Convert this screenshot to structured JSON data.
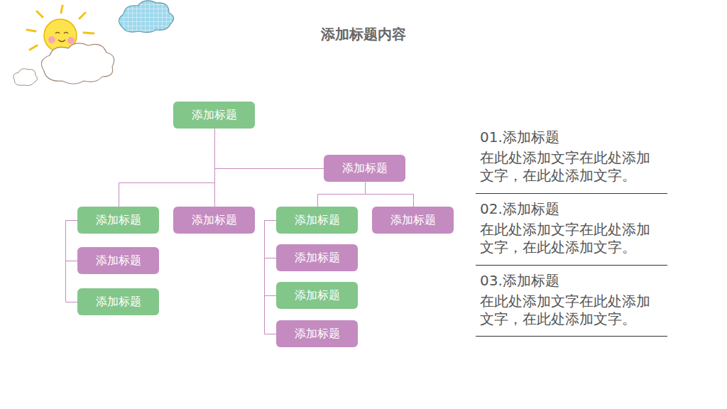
{
  "diagram": {
    "title": "添加标题内容",
    "nodes": [
      {
        "text": [
          "添加标题"
        ]
      },
      {
        "text": [
          "添加标题"
        ]
      },
      {
        "text": [
          "添加标题"
        ]
      },
      {
        "text": [
          "添加标题"
        ]
      },
      {
        "text": [
          "添加标题"
        ]
      },
      {
        "text": [
          "添加标题"
        ]
      },
      {
        "text": [
          "添加标题"
        ]
      },
      {
        "text": [
          "添加标题"
        ]
      },
      {
        "text": [
          "添加标题"
        ]
      },
      {
        "text": [
          "添加标题"
        ]
      },
      {
        "text": [
          "添加标题"
        ]
      }
    ],
    "edges": [
      {
        "from": 0,
        "to": 1,
        "arrow": "none"
      },
      {
        "from": 0,
        "to": 2,
        "arrow": "none"
      },
      {
        "from": 0,
        "to": 5,
        "arrow": "none"
      },
      {
        "from": 1,
        "to": 6,
        "arrow": "none"
      },
      {
        "from": 1,
        "to": 10,
        "arrow": "none"
      },
      {
        "from": 2,
        "to": 3,
        "arrow": "none"
      },
      {
        "from": 2,
        "to": 4,
        "arrow": "none"
      },
      {
        "from": 6,
        "to": 7,
        "arrow": "none"
      },
      {
        "from": 6,
        "to": 8,
        "arrow": "none"
      },
      {
        "from": 6,
        "to": 9,
        "arrow": "none"
      }
    ],
    "labels": [
      "01.添加标题",
      "在此处添加文字在此处添加文字，在此处添加文字。",
      "02.添加标题",
      "在此处添加文字在此处添加文字，在此处添加文字。",
      "03.添加标题",
      "在此处添加文字在此处添加文字，在此处添加文字。"
    ]
  }
}
